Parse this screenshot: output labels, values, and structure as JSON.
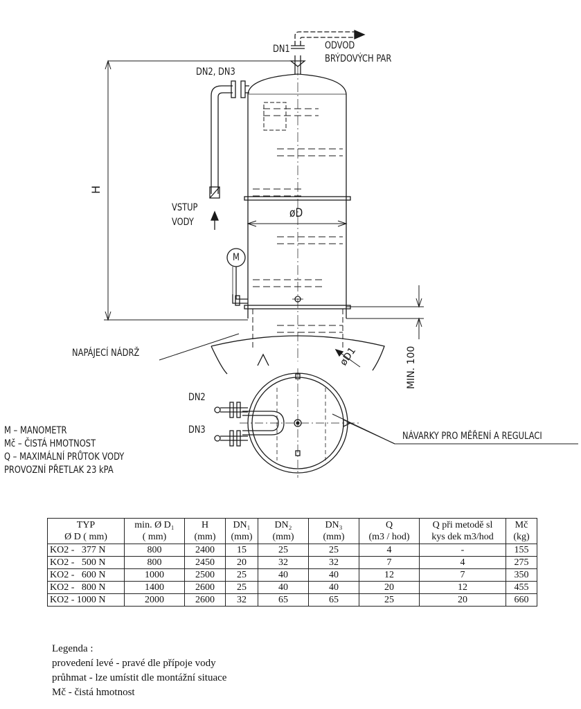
{
  "drawing": {
    "labels": {
      "dn1": "DN1",
      "outlet": [
        "ODVOD",
        "BRÝDOVÝCH PAR"
      ],
      "dn23": "DN2, DN3",
      "h": "H",
      "water_inlet": [
        "VSTUP",
        "VODY"
      ],
      "diameter": "øD",
      "manometer": "M",
      "feed_tank": "NAPÁJECÍ NÁDRŽ",
      "diameter1": "øD1",
      "min": "MIN. 100",
      "dn2": "DN2",
      "dn3": "DN3",
      "welds": "NÁVARKY PRO MĚŘENÍ A REGULACI"
    }
  },
  "notes": [
    "M – MANOMETR",
    "Mč – ČISTÁ HMOTNOST",
    "Q – MAXIMÁLNÍ PRŮTOK VODY",
    "PROVOZNÍ PŘETLAK 23 kPA"
  ],
  "table": {
    "headers": [
      [
        "TYP",
        "Ø D ( mm)"
      ],
      [
        "min. Ø D₁",
        "( mm)"
      ],
      [
        "H",
        "(mm)"
      ],
      [
        "DN₁",
        "(mm)"
      ],
      [
        "DN₂",
        "(mm)"
      ],
      [
        "DN₃",
        "(mm)"
      ],
      [
        "Q",
        "(m3 / hod)"
      ],
      [
        "Q při metodě sl",
        "kys dek m3/hod"
      ],
      [
        "Mč",
        "(kg)"
      ]
    ],
    "rows": [
      [
        "KO2 -   377 N",
        "800",
        "2400",
        "15",
        "25",
        "25",
        "4",
        "-",
        "155"
      ],
      [
        "KO2 -   500 N",
        "800",
        "2450",
        "20",
        "32",
        "32",
        "7",
        "4",
        "275"
      ],
      [
        "KO2 -   600 N",
        "1000",
        "2500",
        "25",
        "40",
        "40",
        "12",
        "7",
        "350"
      ],
      [
        "KO2 -   800 N",
        "1400",
        "2600",
        "25",
        "40",
        "40",
        "20",
        "12",
        "455"
      ],
      [
        "KO2 - 1000 N",
        "2000",
        "2600",
        "32",
        "65",
        "65",
        "25",
        "20",
        "660"
      ]
    ]
  },
  "legend": {
    "title": "Legenda :",
    "lines": [
      "provedení levé - pravé dle přípoje vody",
      "průhmat - lze umístit dle montážní situace",
      "Mč - čistá hmotnost"
    ]
  }
}
